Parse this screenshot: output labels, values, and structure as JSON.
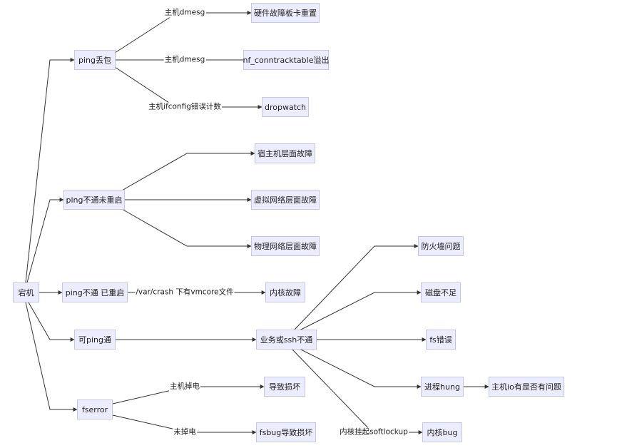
{
  "diagram": {
    "nodes": {
      "root": "宕机",
      "ping_loss": "ping丢包",
      "hw_reset": "硬件故障板卡重置",
      "nf_overflow": "nf_conntracktable溢出",
      "dropwatch": "dropwatch",
      "ping_no_reboot": "ping不通未重启",
      "host_fault": "宿主机层面故障",
      "vnet_fault": "虚拟网络层面故障",
      "pnet_fault": "物理网络层面故障",
      "ping_rebooted": "ping不通 已重启",
      "kernel_fault": "内核故障",
      "ping_ok": "可ping通",
      "svc_ssh": "业务或ssh不通",
      "firewall": "防火墙问题",
      "disk_full": "磁盘不足",
      "fs_error": "fs错误",
      "proc_hung": "进程hung",
      "host_io": "主机io有是否有问题",
      "kernel_bug": "内核bug",
      "fserror": "fserror",
      "data_loss": "导致损坏",
      "fsbug_loss": "fsbug导致损坏"
    },
    "edge_labels": {
      "dmesg1": "主机dmesg",
      "dmesg2": "主机dmesg",
      "ifconfig": "主机ifconfig错误计数",
      "vmcore": "/var/crash 下有vmcore文件",
      "softlockup": "内核挂起softlockup",
      "power_off": "主机掉电",
      "no_power_off": "未掉电"
    }
  }
}
